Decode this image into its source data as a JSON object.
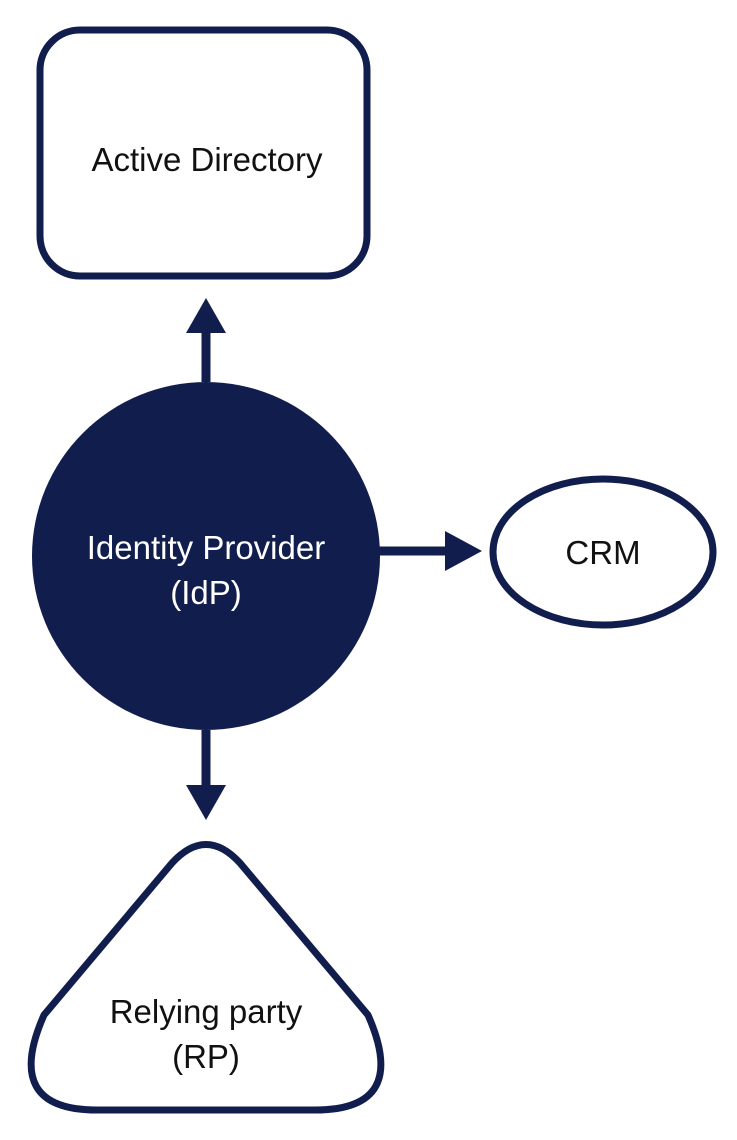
{
  "colors": {
    "primary": "#111e4d",
    "background": "#ffffff",
    "node_fill_light": "#ffffff",
    "text_on_dark": "#ffffff",
    "text_on_light": "#111111"
  },
  "nodes": {
    "active_directory": {
      "label": "Active Directory",
      "shape": "rounded-rectangle"
    },
    "identity_provider": {
      "line1": "Identity Provider",
      "line2": "(IdP)",
      "shape": "filled-circle"
    },
    "crm": {
      "label": "CRM",
      "shape": "ellipse"
    },
    "relying_party": {
      "line1": "Relying party",
      "line2": "(RP)",
      "shape": "rounded-triangle"
    }
  },
  "edges": [
    {
      "from": "identity_provider",
      "to": "active_directory",
      "direction": "up"
    },
    {
      "from": "identity_provider",
      "to": "crm",
      "direction": "right"
    },
    {
      "from": "identity_provider",
      "to": "relying_party",
      "direction": "down"
    }
  ]
}
